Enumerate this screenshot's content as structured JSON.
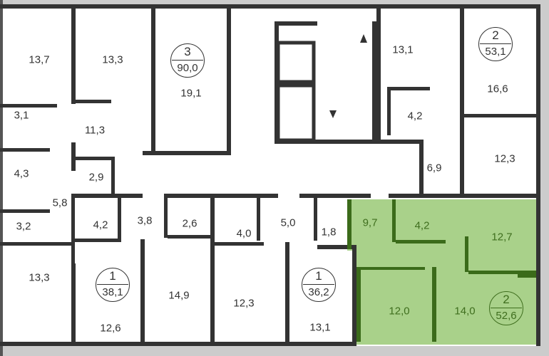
{
  "colors": {
    "wall": "#333333",
    "highlight": "#a9d18a",
    "highlight_wall": "#3b6b1a",
    "highlight_text": "#3f6e1e"
  },
  "rooms": [
    "13,7",
    "13,3",
    "19,1",
    "13,1",
    "16,6",
    "3,1",
    "11,3",
    "4,2",
    "12,3",
    "4,3",
    "2,9",
    "6,9",
    "5,8",
    "3,2",
    "4,2",
    "3,8",
    "2,6",
    "4,0",
    "5,0",
    "1,8",
    "9,7",
    "4,2",
    "12,7",
    "13,3",
    "12,6",
    "14,9",
    "12,3",
    "13,1",
    "12,0",
    "14,0"
  ],
  "apartments": [
    {
      "rooms": "3",
      "area": "90,0"
    },
    {
      "rooms": "2",
      "area": "53,1"
    },
    {
      "rooms": "1",
      "area": "38,1"
    },
    {
      "rooms": "1",
      "area": "36,2"
    },
    {
      "rooms": "2",
      "area": "52,6"
    }
  ]
}
